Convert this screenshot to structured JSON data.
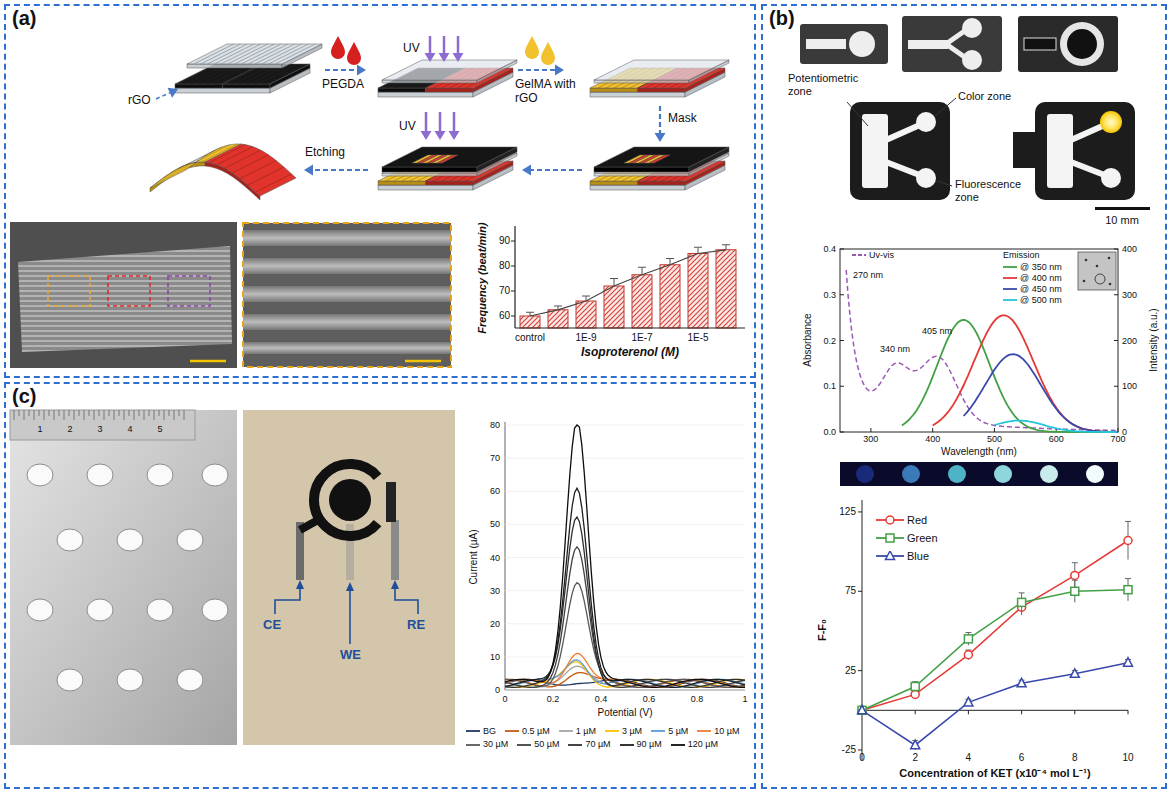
{
  "diagram": {
    "nodes": [
      {
        "text": [
          "(a)"
        ]
      },
      {
        "text": [
          "(b)"
        ]
      },
      {
        "text": [
          "(c)"
        ]
      }
    ],
    "labels": [
      "rGO",
      "PEGDA",
      "UV",
      "GelMA with rGO",
      "Mask",
      "UV",
      "Etching",
      "90",
      "80",
      "70",
      "60",
      "control",
      "1E-9",
      "1E-7",
      "1E-5",
      "Isoproterenol (M)",
      "Frequency (beat/min)",
      "Potentiometric zone",
      "Color zone",
      "Fluorescence zone",
      "10 mm",
      "270 nm",
      "340 nm",
      "405 nm",
      "Emission",
      "Absorbance",
      "Intensity (a.u.)",
      "Wavelength (nm)",
      "0.0",
      "0.1",
      "0.2",
      "0.3",
      "0.4",
      "0",
      "100",
      "200",
      "300",
      "400",
      "300",
      "400",
      "500",
      "600",
      "700",
      "125",
      "75",
      "25",
      "-25",
      "0",
      "2",
      "4",
      "6",
      "8",
      "10",
      "F-F₀",
      "Concentration of KET (x10⁻⁴ mol L⁻¹)",
      "CE",
      "WE",
      "RE",
      "80",
      "70",
      "60",
      "50",
      "40",
      "30",
      "20",
      "10",
      "0",
      "0",
      "0.2",
      "0.4",
      "0.6",
      "0.8",
      "1",
      "Potential (V)",
      "Current (µA)",
      "1",
      "2",
      "3",
      "4",
      "5"
    ],
    "legend": [
      {
        "text": "Uv-vis"
      },
      {
        "text": "@ 350 nm"
      },
      {
        "text": "@ 400 nm"
      },
      {
        "text": "@ 450 nm"
      },
      {
        "text": "@ 500 nm"
      },
      {
        "text": "Red"
      },
      {
        "text": "Green"
      },
      {
        "text": "Blue"
      },
      {
        "text": "BG"
      },
      {
        "text": "0.5 µM"
      },
      {
        "text": "1 µM"
      },
      {
        "text": "3 µM"
      },
      {
        "text": "5 µM"
      },
      {
        "text": "10 µM"
      },
      {
        "text": "30 µM"
      },
      {
        "text": "50 µM"
      },
      {
        "text": "70 µM"
      },
      {
        "text": "90 µM"
      },
      {
        "text": "120 µM"
      }
    ]
  }
}
